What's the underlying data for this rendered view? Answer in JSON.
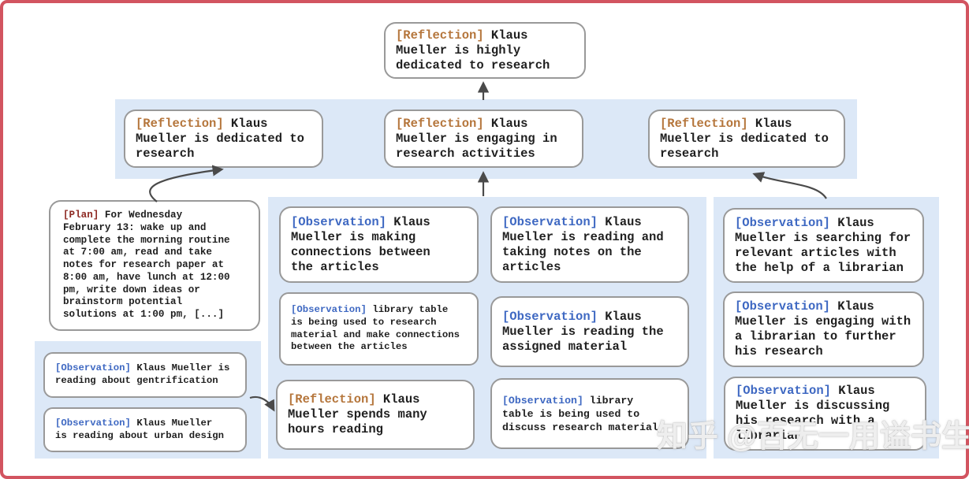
{
  "colors": {
    "reflection_tag": "#b5763c",
    "observation_tag": "#3e68c2",
    "plan_tag": "#8e2a23",
    "panel_bg": "#dce8f7",
    "node_border": "#999999",
    "arrow": "#4a4a4a",
    "frame_border": "#d25460",
    "text": "#1f1f1f"
  },
  "nodes": {
    "reflection_top": {
      "tag": "[Reflection]",
      "text": " Klaus\nMueller is highly\ndedicated to research"
    },
    "reflection_left": {
      "tag": "[Reflection]",
      "text": " Klaus\nMueller is dedicated to\nresearch"
    },
    "reflection_center": {
      "tag": "[Reflection]",
      "text": " Klaus\nMueller is engaging in\nresearch activities"
    },
    "reflection_right": {
      "tag": "[Reflection]",
      "text": " Klaus\nMueller is dedicated to\nresearch"
    },
    "plan": {
      "tag": "[Plan]",
      "text": " For Wednesday\nFebruary 13: wake up and\ncomplete the morning routine\nat 7:00 am, read and take\nnotes for research paper at\n8:00 am, have lunch at 12:00\npm, write down ideas or\nbrainstorm potential\nsolutions at 1:00 pm, [...]"
    },
    "obs_gentrification": {
      "tag": "[Observation]",
      "text": " Klaus Mueller is\nreading about gentrification"
    },
    "obs_urban_design": {
      "tag": "[Observation]",
      "text": " Klaus Mueller\nis reading about urban design"
    },
    "obs_making_connections": {
      "tag": "[Observation]",
      "text": " Klaus\nMueller is making\nconnections between\nthe articles"
    },
    "obs_library_research": {
      "tag": "[Observation]",
      "text": " library table\nis being used to research\nmaterial and make connections\nbetween the articles"
    },
    "reflection_hours_reading": {
      "tag": "[Reflection]",
      "text": " Klaus\nMueller spends many\nhours reading"
    },
    "obs_taking_notes": {
      "tag": "[Observation]",
      "text": " Klaus\nMueller is reading and\ntaking notes on the\narticles"
    },
    "obs_assigned_material": {
      "tag": "[Observation]",
      "text": " Klaus\nMueller is reading the\nassigned material"
    },
    "obs_library_discuss": {
      "tag": "[Observation]",
      "text": " library\ntable is being used to\ndiscuss research material"
    },
    "obs_searching_articles": {
      "tag": "[Observation]",
      "text": " Klaus\nMueller is searching for\nrelevant articles with\nthe help of a librarian"
    },
    "obs_engaging_librarian": {
      "tag": "[Observation]",
      "text": " Klaus\nMueller is engaging with\na librarian to further\nhis research"
    },
    "obs_discussing_research": {
      "tag": "[Observation]",
      "text": " Klaus\nMueller is discussing\nhis research with a\nlibrarian"
    }
  },
  "watermark": "知乎 @百无一用谥书生"
}
